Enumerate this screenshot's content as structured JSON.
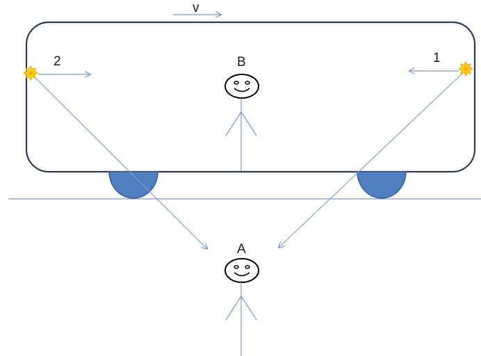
{
  "labels": {
    "velocity": "v",
    "observer_inside": "B",
    "observer_outside": "A",
    "source_left": "2",
    "source_right": "1"
  },
  "colors": {
    "train_outline": "#2b3a55",
    "wheel_fill": "#4f7fc1",
    "wheel_stroke": "#3a5f95",
    "ray": "#7a9cc9",
    "ground": "#7a9cc9",
    "figure": "#7a9cc9",
    "face": "#000000",
    "flash_fill": "#ffd21a",
    "flash_stroke": "#f0a000"
  },
  "icons": {
    "flash": "starburst-icon",
    "face": "smiley-face-icon"
  }
}
